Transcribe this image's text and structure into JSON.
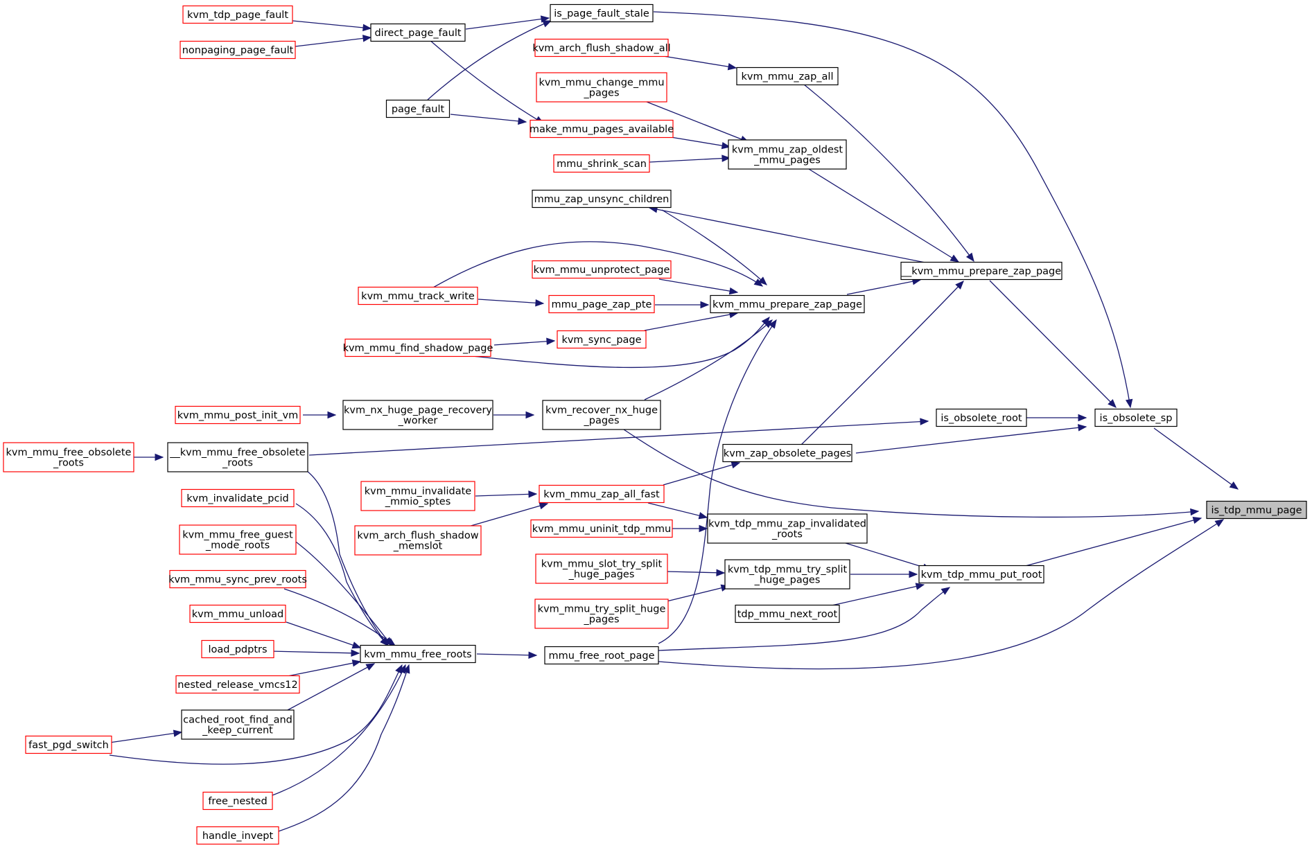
{
  "colors": {
    "edge": "#191970",
    "border_documented": "#000000",
    "border_undocumented": "#ff0000",
    "focus_fill": "#bfbfbf",
    "background": "#ffffff"
  },
  "nodes": [
    {
      "id": "n_kvm_tdp_page_fault",
      "lines": [
        "kvm_tdp_page_fault"
      ],
      "style": "red"
    },
    {
      "id": "n_nonpaging_page_fault",
      "lines": [
        "nonpaging_page_fault"
      ],
      "style": "red"
    },
    {
      "id": "n_direct_page_fault",
      "lines": [
        "direct_page_fault"
      ],
      "style": "black"
    },
    {
      "id": "n_is_page_fault_stale",
      "lines": [
        "is_page_fault_stale"
      ],
      "style": "black"
    },
    {
      "id": "n_page_fault",
      "lines": [
        "page_fault"
      ],
      "style": "black"
    },
    {
      "id": "n_kvm_arch_flush_shadow_all",
      "lines": [
        "kvm_arch_flush_shadow_all"
      ],
      "style": "red"
    },
    {
      "id": "n_kvm_mmu_zap_all",
      "lines": [
        "kvm_mmu_zap_all"
      ],
      "style": "black"
    },
    {
      "id": "n_kvm_mmu_change_mmu_pages",
      "lines": [
        "kvm_mmu_change_mmu",
        "_pages"
      ],
      "style": "red"
    },
    {
      "id": "n_make_mmu_pages_available",
      "lines": [
        "make_mmu_pages_available"
      ],
      "style": "red"
    },
    {
      "id": "n_mmu_shrink_scan",
      "lines": [
        "mmu_shrink_scan"
      ],
      "style": "red"
    },
    {
      "id": "n_kvm_mmu_zap_oldest_mmu_pages",
      "lines": [
        "kvm_mmu_zap_oldest",
        "_mmu_pages"
      ],
      "style": "black"
    },
    {
      "id": "n_mmu_zap_unsync_children",
      "lines": [
        "mmu_zap_unsync_children"
      ],
      "style": "black"
    },
    {
      "id": "n___kvm_mmu_prepare_zap_page",
      "lines": [
        "__kvm_mmu_prepare_zap_page"
      ],
      "style": "black"
    },
    {
      "id": "n_kvm_mmu_unprotect_page",
      "lines": [
        "kvm_mmu_unprotect_page"
      ],
      "style": "red"
    },
    {
      "id": "n_kvm_mmu_track_write",
      "lines": [
        "kvm_mmu_track_write"
      ],
      "style": "red"
    },
    {
      "id": "n_mmu_page_zap_pte",
      "lines": [
        "mmu_page_zap_pte"
      ],
      "style": "red"
    },
    {
      "id": "n_kvm_mmu_prepare_zap_page",
      "lines": [
        "kvm_mmu_prepare_zap_page"
      ],
      "style": "black"
    },
    {
      "id": "n_kvm_mmu_find_shadow_page",
      "lines": [
        "kvm_mmu_find_shadow_page"
      ],
      "style": "red"
    },
    {
      "id": "n_kvm_sync_page",
      "lines": [
        "kvm_sync_page"
      ],
      "style": "red"
    },
    {
      "id": "n_kvm_mmu_post_init_vm",
      "lines": [
        "kvm_mmu_post_init_vm"
      ],
      "style": "red"
    },
    {
      "id": "n_kvm_nx_huge_page_recovery_worker",
      "lines": [
        "kvm_nx_huge_page_recovery",
        "_worker"
      ],
      "style": "black"
    },
    {
      "id": "n_kvm_recover_nx_huge_pages",
      "lines": [
        "kvm_recover_nx_huge",
        "_pages"
      ],
      "style": "black"
    },
    {
      "id": "n_is_obsolete_root",
      "lines": [
        "is_obsolete_root"
      ],
      "style": "black"
    },
    {
      "id": "n_is_obsolete_sp",
      "lines": [
        "is_obsolete_sp"
      ],
      "style": "black"
    },
    {
      "id": "n_kvm_mmu_free_obsolete_roots",
      "lines": [
        "kvm_mmu_free_obsolete",
        "_roots"
      ],
      "style": "red"
    },
    {
      "id": "n___kvm_mmu_free_obsolete_roots",
      "lines": [
        "__kvm_mmu_free_obsolete",
        "_roots"
      ],
      "style": "black"
    },
    {
      "id": "n_kvm_zap_obsolete_pages",
      "lines": [
        "kvm_zap_obsolete_pages"
      ],
      "style": "black"
    },
    {
      "id": "n_kvm_invalidate_pcid",
      "lines": [
        "kvm_invalidate_pcid"
      ],
      "style": "red"
    },
    {
      "id": "n_kvm_mmu_invalidate_mmio_sptes",
      "lines": [
        "kvm_mmu_invalidate",
        "_mmio_sptes"
      ],
      "style": "red"
    },
    {
      "id": "n_kvm_mmu_zap_all_fast",
      "lines": [
        "kvm_mmu_zap_all_fast"
      ],
      "style": "red"
    },
    {
      "id": "n_is_tdp_mmu_page",
      "lines": [
        "is_tdp_mmu_page"
      ],
      "style": "focus"
    },
    {
      "id": "n_kvm_mmu_free_guest_mode_roots",
      "lines": [
        "kvm_mmu_free_guest",
        "_mode_roots"
      ],
      "style": "red"
    },
    {
      "id": "n_kvm_arch_flush_shadow_memslot",
      "lines": [
        "kvm_arch_flush_shadow",
        "_memslot"
      ],
      "style": "red"
    },
    {
      "id": "n_kvm_mmu_uninit_tdp_mmu",
      "lines": [
        "kvm_mmu_uninit_tdp_mmu"
      ],
      "style": "red"
    },
    {
      "id": "n_kvm_tdp_mmu_zap_invalidated_roots",
      "lines": [
        "kvm_tdp_mmu_zap_invalidated",
        "_roots"
      ],
      "style": "black"
    },
    {
      "id": "n_kvm_mmu_sync_prev_roots",
      "lines": [
        "kvm_mmu_sync_prev_roots"
      ],
      "style": "red"
    },
    {
      "id": "n_kvm_mmu_slot_try_split_huge_pages",
      "lines": [
        "kvm_mmu_slot_try_split",
        "_huge_pages"
      ],
      "style": "red"
    },
    {
      "id": "n_kvm_tdp_mmu_try_split_huge_pages",
      "lines": [
        "kvm_tdp_mmu_try_split",
        "_huge_pages"
      ],
      "style": "black"
    },
    {
      "id": "n_kvm_tdp_mmu_put_root",
      "lines": [
        "kvm_tdp_mmu_put_root"
      ],
      "style": "black"
    },
    {
      "id": "n_kvm_mmu_unload",
      "lines": [
        "kvm_mmu_unload"
      ],
      "style": "red"
    },
    {
      "id": "n_kvm_mmu_try_split_huge_pages",
      "lines": [
        "kvm_mmu_try_split_huge",
        "_pages"
      ],
      "style": "red"
    },
    {
      "id": "n_tdp_mmu_next_root",
      "lines": [
        "tdp_mmu_next_root"
      ],
      "style": "black"
    },
    {
      "id": "n_load_pdptrs",
      "lines": [
        "load_pdptrs"
      ],
      "style": "red"
    },
    {
      "id": "n_kvm_mmu_free_roots",
      "lines": [
        "kvm_mmu_free_roots"
      ],
      "style": "black"
    },
    {
      "id": "n_mmu_free_root_page",
      "lines": [
        "mmu_free_root_page"
      ],
      "style": "black"
    },
    {
      "id": "n_nested_release_vmcs12",
      "lines": [
        "nested_release_vmcs12"
      ],
      "style": "red"
    },
    {
      "id": "n_cached_root_find_and_keep_current",
      "lines": [
        "cached_root_find_and",
        "_keep_current"
      ],
      "style": "black"
    },
    {
      "id": "n_fast_pgd_switch",
      "lines": [
        "fast_pgd_switch"
      ],
      "style": "red"
    },
    {
      "id": "n_free_nested",
      "lines": [
        "free_nested"
      ],
      "style": "red"
    },
    {
      "id": "n_handle_invept",
      "lines": [
        "handle_invept"
      ],
      "style": "red"
    }
  ],
  "edges": [
    {
      "from": "kvm_tdp_page_fault",
      "to": "direct_page_fault"
    },
    {
      "from": "nonpaging_page_fault",
      "to": "direct_page_fault"
    },
    {
      "from": "direct_page_fault",
      "to": "is_page_fault_stale"
    },
    {
      "from": "direct_page_fault",
      "to": "make_mmu_pages_available"
    },
    {
      "from": "page_fault",
      "to": "is_page_fault_stale"
    },
    {
      "from": "page_fault",
      "to": "make_mmu_pages_available"
    },
    {
      "from": "is_page_fault_stale",
      "to": "is_obsolete_sp"
    },
    {
      "from": "kvm_arch_flush_shadow_all",
      "to": "kvm_mmu_zap_all"
    },
    {
      "from": "kvm_mmu_zap_all",
      "to": "__kvm_mmu_prepare_zap_page"
    },
    {
      "from": "kvm_mmu_change_mmu_pages",
      "to": "kvm_mmu_zap_oldest_mmu_pages"
    },
    {
      "from": "make_mmu_pages_available",
      "to": "kvm_mmu_zap_oldest_mmu_pages"
    },
    {
      "from": "mmu_shrink_scan",
      "to": "kvm_mmu_zap_oldest_mmu_pages"
    },
    {
      "from": "kvm_mmu_zap_oldest_mmu_pages",
      "to": "__kvm_mmu_prepare_zap_page"
    },
    {
      "from": "__kvm_mmu_prepare_zap_page",
      "to": "mmu_zap_unsync_children"
    },
    {
      "from": "mmu_zap_unsync_children",
      "to": "kvm_mmu_prepare_zap_page"
    },
    {
      "from": "__kvm_mmu_prepare_zap_page",
      "to": "is_obsolete_sp"
    },
    {
      "from": "kvm_mmu_prepare_zap_page",
      "to": "__kvm_mmu_prepare_zap_page"
    },
    {
      "from": "kvm_mmu_unprotect_page",
      "to": "kvm_mmu_prepare_zap_page"
    },
    {
      "from": "kvm_mmu_track_write",
      "to": "mmu_page_zap_pte"
    },
    {
      "from": "kvm_mmu_track_write",
      "to": "kvm_mmu_prepare_zap_page"
    },
    {
      "from": "mmu_page_zap_pte",
      "to": "kvm_mmu_prepare_zap_page"
    },
    {
      "from": "kvm_mmu_find_shadow_page",
      "to": "kvm_sync_page"
    },
    {
      "from": "kvm_mmu_find_shadow_page",
      "to": "kvm_mmu_prepare_zap_page"
    },
    {
      "from": "kvm_sync_page",
      "to": "kvm_mmu_prepare_zap_page"
    },
    {
      "from": "kvm_mmu_post_init_vm",
      "to": "kvm_nx_huge_page_recovery_worker"
    },
    {
      "from": "kvm_nx_huge_page_recovery_worker",
      "to": "kvm_recover_nx_huge_pages"
    },
    {
      "from": "kvm_recover_nx_huge_pages",
      "to": "kvm_mmu_prepare_zap_page"
    },
    {
      "from": "kvm_recover_nx_huge_pages",
      "to": "is_tdp_mmu_page"
    },
    {
      "from": "is_obsolete_root",
      "to": "is_obsolete_sp"
    },
    {
      "from": "__kvm_mmu_free_obsolete_roots",
      "to": "is_obsolete_root"
    },
    {
      "from": "kvm_mmu_free_obsolete_roots",
      "to": "__kvm_mmu_free_obsolete_roots"
    },
    {
      "from": "__kvm_mmu_free_obsolete_roots",
      "to": "kvm_mmu_free_roots"
    },
    {
      "from": "kvm_zap_obsolete_pages",
      "to": "__kvm_mmu_prepare_zap_page"
    },
    {
      "from": "kvm_zap_obsolete_pages",
      "to": "is_obsolete_sp"
    },
    {
      "from": "kvm_mmu_zap_all_fast",
      "to": "kvm_zap_obsolete_pages"
    },
    {
      "from": "kvm_mmu_invalidate_mmio_sptes",
      "to": "kvm_mmu_zap_all_fast"
    },
    {
      "from": "kvm_arch_flush_shadow_memslot",
      "to": "kvm_mmu_zap_all_fast"
    },
    {
      "from": "kvm_mmu_zap_all_fast",
      "to": "kvm_tdp_mmu_zap_invalidated_roots"
    },
    {
      "from": "kvm_mmu_uninit_tdp_mmu",
      "to": "kvm_tdp_mmu_zap_invalidated_roots"
    },
    {
      "from": "kvm_tdp_mmu_zap_invalidated_roots",
      "to": "kvm_tdp_mmu_put_root"
    },
    {
      "from": "kvm_mmu_slot_try_split_huge_pages",
      "to": "kvm_tdp_mmu_try_split_huge_pages"
    },
    {
      "from": "kvm_mmu_try_split_huge_pages",
      "to": "kvm_tdp_mmu_try_split_huge_pages"
    },
    {
      "from": "kvm_tdp_mmu_try_split_huge_pages",
      "to": "kvm_tdp_mmu_put_root"
    },
    {
      "from": "tdp_mmu_next_root",
      "to": "kvm_tdp_mmu_put_root"
    },
    {
      "from": "is_obsolete_sp",
      "to": "is_tdp_mmu_page"
    },
    {
      "from": "kvm_tdp_mmu_put_root",
      "to": "is_tdp_mmu_page"
    },
    {
      "from": "mmu_free_root_page",
      "to": "is_tdp_mmu_page"
    },
    {
      "from": "mmu_free_root_page",
      "to": "kvm_tdp_mmu_put_root"
    },
    {
      "from": "mmu_free_root_page",
      "to": "kvm_mmu_prepare_zap_page"
    },
    {
      "from": "kvm_mmu_free_roots",
      "to": "mmu_free_root_page"
    },
    {
      "from": "kvm_invalidate_pcid",
      "to": "kvm_mmu_free_roots"
    },
    {
      "from": "kvm_mmu_free_guest_mode_roots",
      "to": "kvm_mmu_free_roots"
    },
    {
      "from": "kvm_mmu_sync_prev_roots",
      "to": "kvm_mmu_free_roots"
    },
    {
      "from": "kvm_mmu_unload",
      "to": "kvm_mmu_free_roots"
    },
    {
      "from": "load_pdptrs",
      "to": "kvm_mmu_free_roots"
    },
    {
      "from": "nested_release_vmcs12",
      "to": "kvm_mmu_free_roots"
    },
    {
      "from": "cached_root_find_and_keep_current",
      "to": "kvm_mmu_free_roots"
    },
    {
      "from": "fast_pgd_switch",
      "to": "cached_root_find_and_keep_current"
    },
    {
      "from": "fast_pgd_switch",
      "to": "kvm_mmu_free_roots"
    },
    {
      "from": "free_nested",
      "to": "kvm_mmu_free_roots"
    },
    {
      "from": "handle_invept",
      "to": "kvm_mmu_free_roots"
    }
  ]
}
